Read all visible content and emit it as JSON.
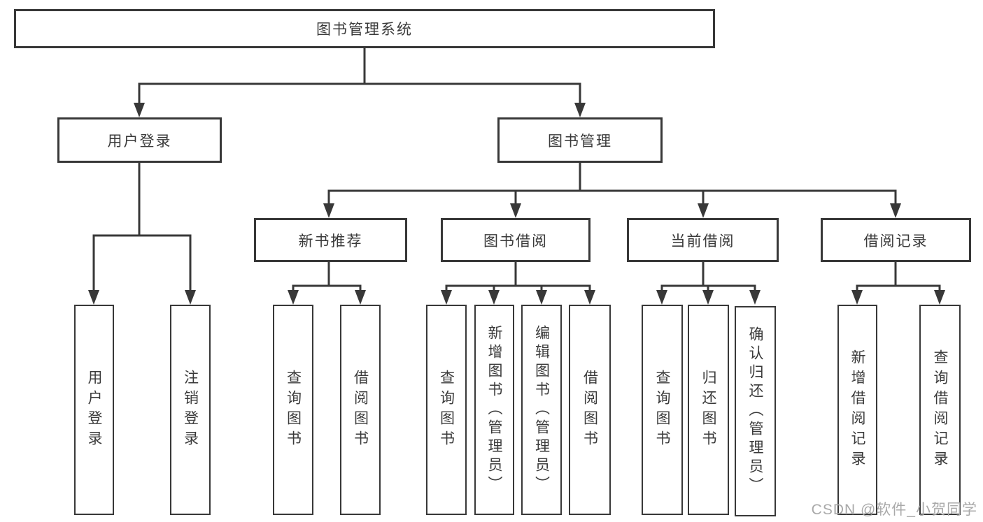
{
  "tree": {
    "root": {
      "label": "图书管理系统"
    },
    "children": [
      {
        "label": "用户登录",
        "children": [
          {
            "label": "用户登录"
          },
          {
            "label": "注销登录"
          }
        ]
      },
      {
        "label": "图书管理",
        "children": [
          {
            "label": "新书推荐",
            "children": [
              {
                "label": "查询图书"
              },
              {
                "label": "借阅图书"
              }
            ]
          },
          {
            "label": "图书借阅",
            "children": [
              {
                "label": "查询图书"
              },
              {
                "label": "新增图书（管理员）"
              },
              {
                "label": "编辑图书（管理员）"
              },
              {
                "label": "借阅图书"
              }
            ]
          },
          {
            "label": "当前借阅",
            "children": [
              {
                "label": "查询图书"
              },
              {
                "label": "归还图书"
              },
              {
                "label": "确认归还（管理员）"
              }
            ]
          },
          {
            "label": "借阅记录",
            "children": [
              {
                "label": "新增借阅记录"
              },
              {
                "label": "查询借阅记录"
              }
            ]
          }
        ]
      }
    ]
  },
  "watermark": {
    "text": "CSDN @软件_小贺同学"
  },
  "colors": {
    "line": "#383838",
    "box_border": "#383838",
    "text": "#3a3a3a",
    "watermark": "#a9a9a9",
    "background": "#ffffff"
  }
}
